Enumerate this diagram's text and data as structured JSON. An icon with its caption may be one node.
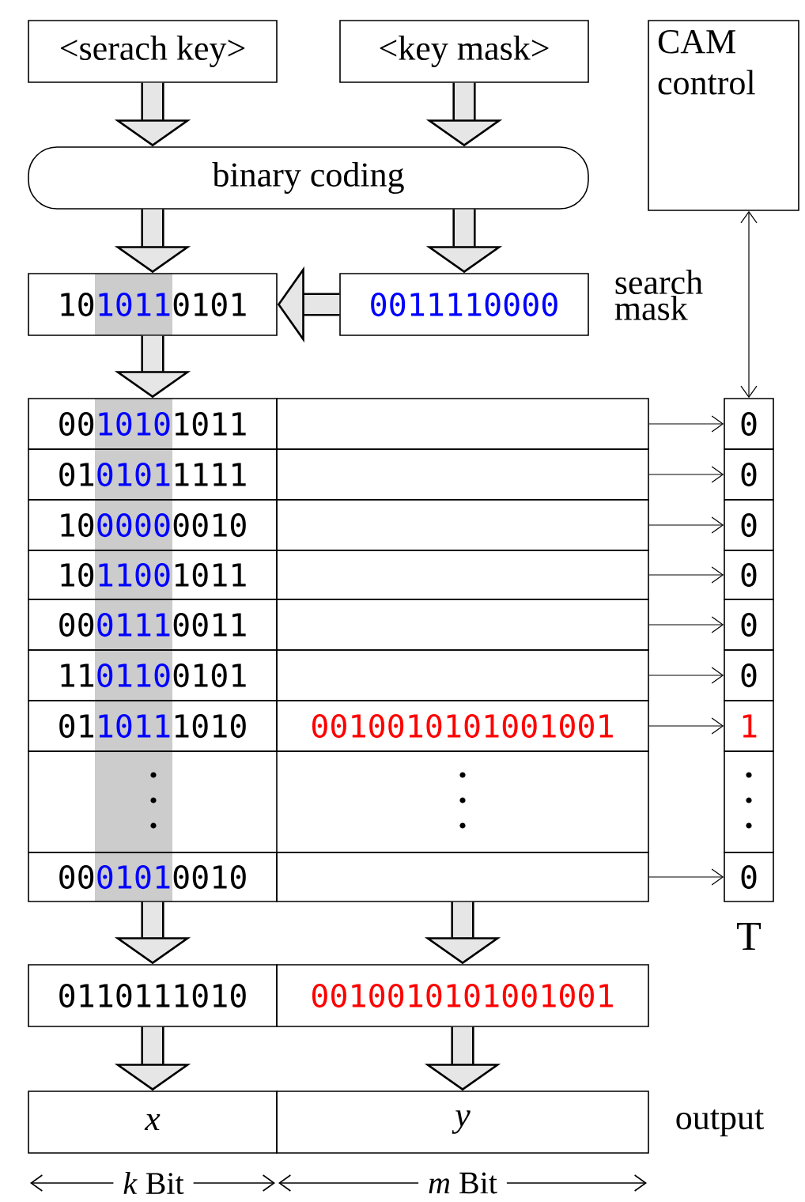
{
  "diagram": {
    "nodes": [
      {
        "text": [
          "<serach key>"
        ]
      },
      {
        "text": [
          "<key mask>"
        ]
      },
      {
        "text": [
          "CAM control"
        ]
      },
      {
        "text": [
          "binary coding"
        ]
      },
      {
        "text": [
          "10",
          "1011",
          "0101"
        ]
      },
      {
        "text": [
          "0011110000"
        ],
        "beside": [
          "search mask"
        ]
      },
      {
        "text": [
          "00",
          "1010",
          "1011"
        ]
      },
      {
        "text": [],
        "shape": "box"
      },
      {
        "text": [
          "01",
          "0101",
          "1111"
        ]
      },
      {
        "text": [],
        "shape": "box"
      },
      {
        "text": [
          "10",
          "0000",
          "0010"
        ]
      },
      {
        "text": [],
        "shape": "box"
      },
      {
        "text": [
          "10",
          "1100",
          "1011"
        ]
      },
      {
        "text": [],
        "shape": "box"
      },
      {
        "text": [
          "00",
          "0111",
          "0011"
        ]
      },
      {
        "text": [],
        "shape": "box"
      },
      {
        "text": [
          "11",
          "0110",
          "0101"
        ]
      },
      {
        "text": [],
        "shape": "box"
      },
      {
        "text": [
          "01",
          "1011",
          "1010"
        ]
      },
      {
        "text": [
          "0010010101001001"
        ]
      },
      {
        "text": [
          "00",
          "0101",
          "0010"
        ]
      },
      {
        "text": [],
        "shape": "box"
      },
      {
        "text": [
          "0"
        ]
      },
      {
        "text": [
          "0"
        ]
      },
      {
        "text": [
          "0"
        ]
      },
      {
        "text": [
          "0"
        ]
      },
      {
        "text": [
          "0"
        ]
      },
      {
        "text": [
          "0"
        ]
      },
      {
        "text": [
          "1"
        ]
      },
      {
        "text": [
          "0"
        ]
      },
      {
        "text": [
          "0110111010"
        ]
      },
      {
        "text": [
          "0010010101001001"
        ]
      },
      {
        "text": [
          "x"
        ]
      },
      {
        "text": [
          "y"
        ]
      }
    ],
    "edges": [
      {
        "from": 0,
        "to": 3,
        "arrow": "to"
      },
      {
        "from": 1,
        "to": 3,
        "arrow": "to"
      },
      {
        "from": 3,
        "to": 4,
        "arrow": "to"
      },
      {
        "from": 3,
        "to": 5,
        "arrow": "to"
      },
      {
        "from": 5,
        "to": 4,
        "arrow": "to"
      },
      {
        "from": 4,
        "to": 6,
        "arrow": "to"
      },
      {
        "from": 2,
        "to": 22,
        "arrow": "both"
      },
      {
        "from": 7,
        "to": 22,
        "arrow": "to"
      },
      {
        "from": 9,
        "to": 23,
        "arrow": "to"
      },
      {
        "from": 11,
        "to": 24,
        "arrow": "to"
      },
      {
        "from": 13,
        "to": 25,
        "arrow": "to"
      },
      {
        "from": 15,
        "to": 26,
        "arrow": "to"
      },
      {
        "from": 17,
        "to": 27,
        "arrow": "to"
      },
      {
        "from": 19,
        "to": 28,
        "arrow": "to"
      },
      {
        "from": 21,
        "to": 29,
        "arrow": "to"
      },
      {
        "from": 20,
        "to": 30,
        "arrow": "to"
      },
      {
        "from": 21,
        "to": 31,
        "arrow": "to"
      },
      {
        "from": 30,
        "to": 32,
        "arrow": "to"
      },
      {
        "from": 31,
        "to": 33,
        "arrow": "to"
      }
    ],
    "labels": [
      "T",
      "output",
      "*k* Bit",
      "*m* Bit"
    ]
  }
}
